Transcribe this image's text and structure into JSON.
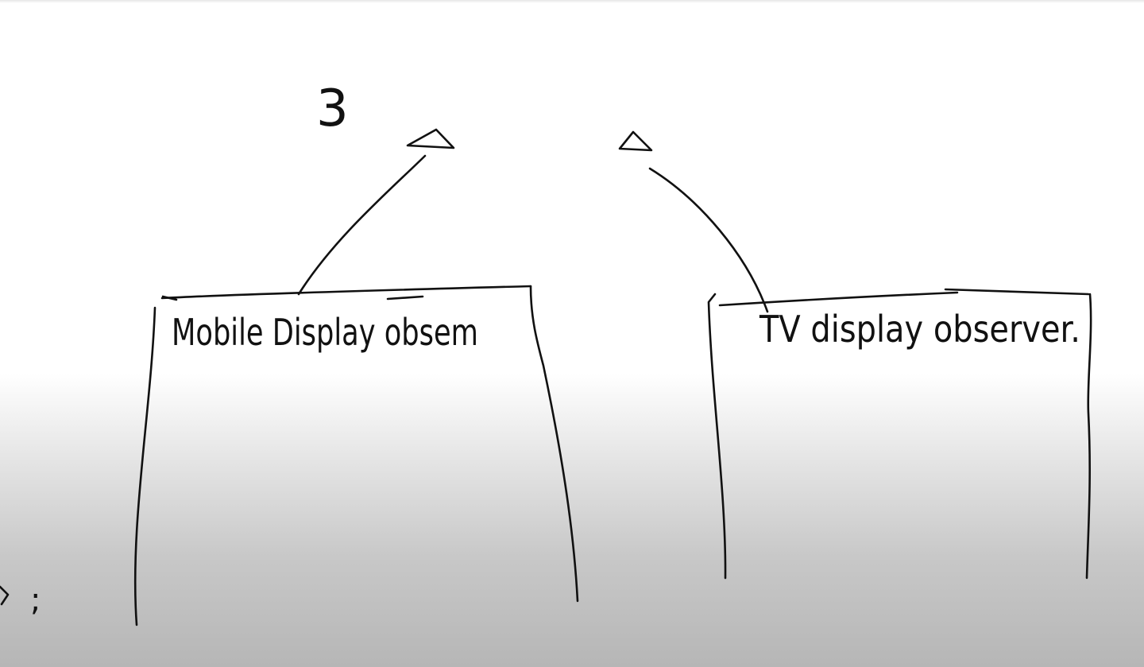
{
  "diagram": {
    "number_label": "3",
    "boxes": [
      {
        "id": "mobile",
        "label": "Mobile Display obsem"
      },
      {
        "id": "tv",
        "label": "TV display observer."
      }
    ],
    "stray_glyphs": ";"
  }
}
